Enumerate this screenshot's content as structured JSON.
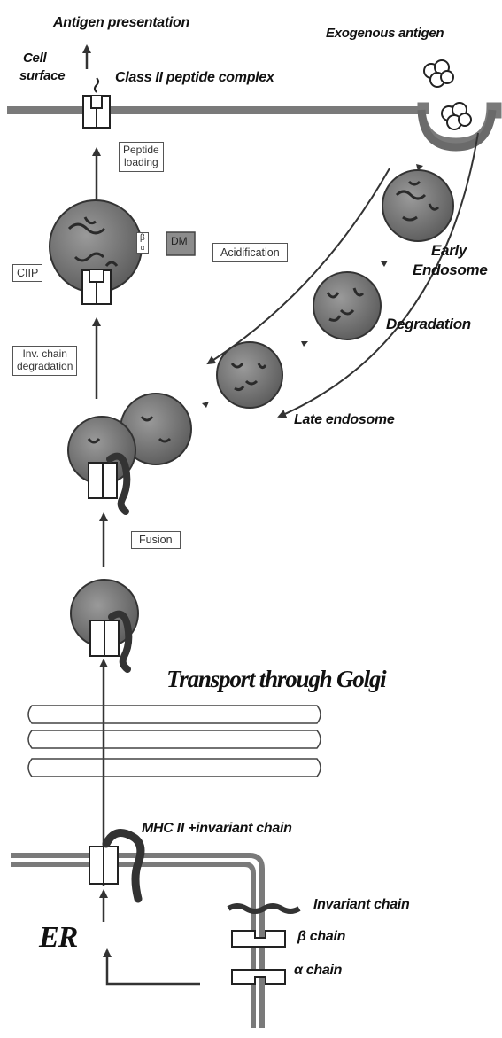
{
  "labels": {
    "antigen_presentation": "Antigen presentation",
    "exogenous_antigen": "Exogenous antigen",
    "cell": "Cell",
    "surface": "surface",
    "class_ii_complex": "Class II peptide complex",
    "early": "Early",
    "endosome": "Endosome",
    "degradation": "Degradation",
    "late_endosome": "Late endosome",
    "transport_golgi": "Transport through Golgi",
    "mhc_invariant": "MHC II +invariant chain",
    "er": "ER",
    "invariant_chain": "Invariant chain",
    "beta_chain": "β chain",
    "alpha_chain": "α chain"
  },
  "boxes": {
    "peptide_loading_1": "Peptide",
    "peptide_loading_2": "loading",
    "acidification": "Acidification",
    "cuip": "CIIP",
    "dm": "DM",
    "beta": "β",
    "alpha": "α",
    "inv_chain_1": "Inv. chain",
    "inv_chain_2": "degradation",
    "fusion": "Fusion"
  }
}
